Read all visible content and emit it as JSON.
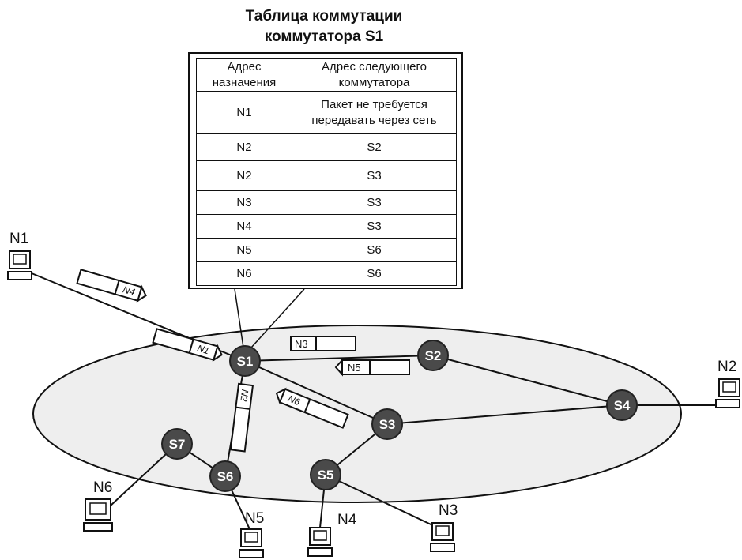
{
  "title_line1": "Таблица коммутации",
  "title_line2": "коммутатора S1",
  "table": {
    "header_dest": "Адрес назначения",
    "header_next": "Адрес следующего коммутатора",
    "rows": [
      {
        "dest": "N1",
        "next": "Пакет не требуется передавать через сеть"
      },
      {
        "dest": "N2",
        "next": "S2"
      },
      {
        "dest": "N2",
        "next": "S3"
      },
      {
        "dest": "N3",
        "next": "S3"
      },
      {
        "dest": "N4",
        "next": "S3"
      },
      {
        "dest": "N5",
        "next": "S6"
      },
      {
        "dest": "N6",
        "next": "S6"
      }
    ]
  },
  "switches": [
    "S1",
    "S2",
    "S3",
    "S4",
    "S5",
    "S6",
    "S7"
  ],
  "hosts": [
    "N1",
    "N2",
    "N3",
    "N4",
    "N5",
    "N6"
  ],
  "packets": [
    "N4",
    "N1",
    "N3",
    "N5",
    "N2",
    "N6"
  ],
  "colors": {
    "switch_fill": "#4a4a4a",
    "network_fill": "#eeeeee",
    "line": "#111111"
  }
}
